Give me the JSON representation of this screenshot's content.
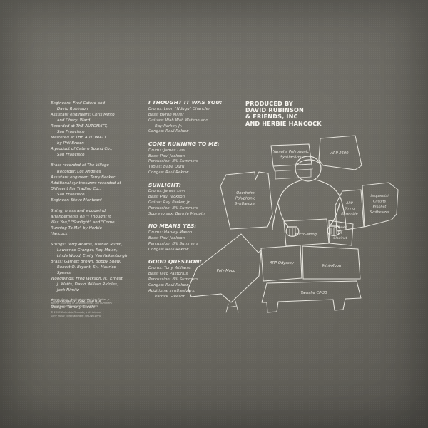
{
  "sleeve": {
    "background_color": "#6b6962",
    "ink_color": "#e8e6df"
  },
  "left_column": {
    "credits": [
      {
        "text": "Engineers: Fred Catero and",
        "indent": false
      },
      {
        "text": "David Rubinson",
        "indent": true
      },
      {
        "text": "Assistant engineers: Chris Minto",
        "indent": false
      },
      {
        "text": "and Cheryl Ward",
        "indent": true
      },
      {
        "text": "Recorded at THE AUTOMATT,",
        "indent": false
      },
      {
        "text": "San Francisco",
        "indent": true
      },
      {
        "text": "Mastered at THE AUTOMATT",
        "indent": false
      },
      {
        "text": "by Phil Brown",
        "indent": true
      },
      {
        "text": "A product of Catero Sound Co.,",
        "indent": false
      },
      {
        "text": "San Francisco",
        "indent": true
      }
    ],
    "credits2": [
      {
        "text": "Brass recorded at The Village",
        "indent": false
      },
      {
        "text": "Recorder, Los Angeles",
        "indent": true
      },
      {
        "text": "Assistant engineer: Terry Becker",
        "indent": false
      },
      {
        "text": "Additional synthesizers recorded at",
        "indent": false
      },
      {
        "text": "Different Fur Trading Co.,",
        "indent": false
      },
      {
        "text": "San Francisco",
        "indent": true
      },
      {
        "text": "Engineer: Steve Mantoani",
        "indent": false
      }
    ],
    "arrangements": [
      {
        "text": "String, brass and woodwind",
        "indent": false
      },
      {
        "text": "arrangements on \"I Thought It",
        "indent": false
      },
      {
        "text": "Was You,\" \"Sunlight\" and \"Come",
        "indent": false
      },
      {
        "text": "Running To Me\" by Herbie",
        "indent": false
      },
      {
        "text": "Hancock",
        "indent": false
      }
    ],
    "players": [
      {
        "text": "Strings: Terry Adams, Nathan Rubin,",
        "indent": false
      },
      {
        "text": "Lawrence Granger, Roy Malan,",
        "indent": true
      },
      {
        "text": "Linda Wood, Emily VanValkenburgh",
        "indent": true
      },
      {
        "text": "Brass: Garnett Brown, Bobby Shew,",
        "indent": false
      },
      {
        "text": "Robert O. Bryant, Sr., Maurice",
        "indent": true
      },
      {
        "text": "Spears",
        "indent": true
      },
      {
        "text": "Woodwinds: Fred Jackson, Jr., Ernest",
        "indent": false
      },
      {
        "text": "J. Watts, David Willard Riddles,",
        "indent": true
      },
      {
        "text": "Jack Nimitz",
        "indent": true
      }
    ],
    "design": [
      {
        "text": "Photography: Kaz Tsuruta",
        "indent": false
      },
      {
        "text": "Design: Tommy Steele",
        "indent": false
      }
    ]
  },
  "fine_print": {
    "courtesy": [
      "Harvey Mason, Paul Jackson and Ray Parker, Jr.",
      "appear courtesy of Arista Records. Bill Summers",
      "appears courtesy of Prestige Records."
    ],
    "copyright": [
      "© 1978 Columbia Records, a division of",
      "Sony Music Entertainment / MONO1970"
    ]
  },
  "tracks": [
    {
      "title": "I THOUGHT IT WAS YOU:",
      "lines": [
        {
          "text": "Drums: Leon \"Ndugu\" Chancler",
          "indent": false
        },
        {
          "text": "Bass: Byron Miller",
          "indent": false
        },
        {
          "text": "Guitars: Wah Wah Watson and",
          "indent": false
        },
        {
          "text": "Ray Parker, Jr.",
          "indent": true
        },
        {
          "text": "Congas: Raul Rekow",
          "indent": false
        }
      ]
    },
    {
      "title": "COME RUNNING TO ME:",
      "lines": [
        {
          "text": "Drums: James Levi",
          "indent": false
        },
        {
          "text": "Bass: Paul Jackson",
          "indent": false
        },
        {
          "text": "Percussion: Bill Summers",
          "indent": false
        },
        {
          "text": "Tablas: Baba Duru",
          "indent": false
        },
        {
          "text": "Congas: Raul Rekow",
          "indent": false
        }
      ]
    },
    {
      "title": "SUNLIGHT:",
      "lines": [
        {
          "text": "Drums: James Levi",
          "indent": false
        },
        {
          "text": "Bass: Paul Jackson",
          "indent": false
        },
        {
          "text": "Guitar: Ray Parker, Jr.",
          "indent": false
        },
        {
          "text": "Percussion: Bill Summers",
          "indent": false
        },
        {
          "text": "Soprano sax: Bennie Maupin",
          "indent": false
        }
      ]
    },
    {
      "title": "NO MEANS YES:",
      "lines": [
        {
          "text": "Drums: Harvey Mason",
          "indent": false
        },
        {
          "text": "Bass: Paul Jackson",
          "indent": false
        },
        {
          "text": "Percussion: Bill Summers",
          "indent": false
        },
        {
          "text": "Congas: Raul Rekow",
          "indent": false
        }
      ]
    },
    {
      "title": "GOOD QUESTION:",
      "lines": [
        {
          "text": "Drums: Tony Williams",
          "indent": false
        },
        {
          "text": "Bass: Jaco Pastorius",
          "indent": false
        },
        {
          "text": "Percussion: Bill Summers",
          "indent": false
        },
        {
          "text": "Congas: Raul Rekow",
          "indent": false
        },
        {
          "text": "Additional synthesizers:",
          "indent": false
        },
        {
          "text": "Patrick Gleeson",
          "indent": true
        }
      ]
    }
  ],
  "producer": {
    "lines": [
      "PRODUCED BY",
      "DAVID RUBINSON",
      "& FRIENDS, INC",
      "AND HERBIE HANCOCK"
    ]
  },
  "diagram": {
    "instruments": [
      {
        "id": "yamaha-polyphonic",
        "label": [
          "Yamaha Polyphonic",
          "Synthesizer"
        ]
      },
      {
        "id": "arp-2600",
        "label": [
          "ARP 2600"
        ]
      },
      {
        "id": "oberheim",
        "label": [
          "Oberheim",
          "Polyphonic",
          "Synthesizer"
        ]
      },
      {
        "id": "arp-string-ensemble",
        "label": [
          "ARP",
          "String",
          "Ensemble"
        ]
      },
      {
        "id": "prophet",
        "label": [
          "Sequential",
          "Circuits",
          "Prophet",
          "Synthesizer"
        ]
      },
      {
        "id": "micro-moog",
        "label": [
          "Micro-Moog"
        ]
      },
      {
        "id": "hohner-clavinet",
        "label": [
          "Hohner",
          "D6",
          "Clavinet"
        ]
      },
      {
        "id": "arp-odyssey",
        "label": [
          "ARP Odyssey"
        ]
      },
      {
        "id": "mini-moog",
        "label": [
          "Mini-Moog"
        ]
      },
      {
        "id": "yamaha-cp30",
        "label": [
          "Yamaha CP-30"
        ]
      },
      {
        "id": "poly-moog",
        "label": [
          "Poly-Moog"
        ]
      }
    ]
  }
}
